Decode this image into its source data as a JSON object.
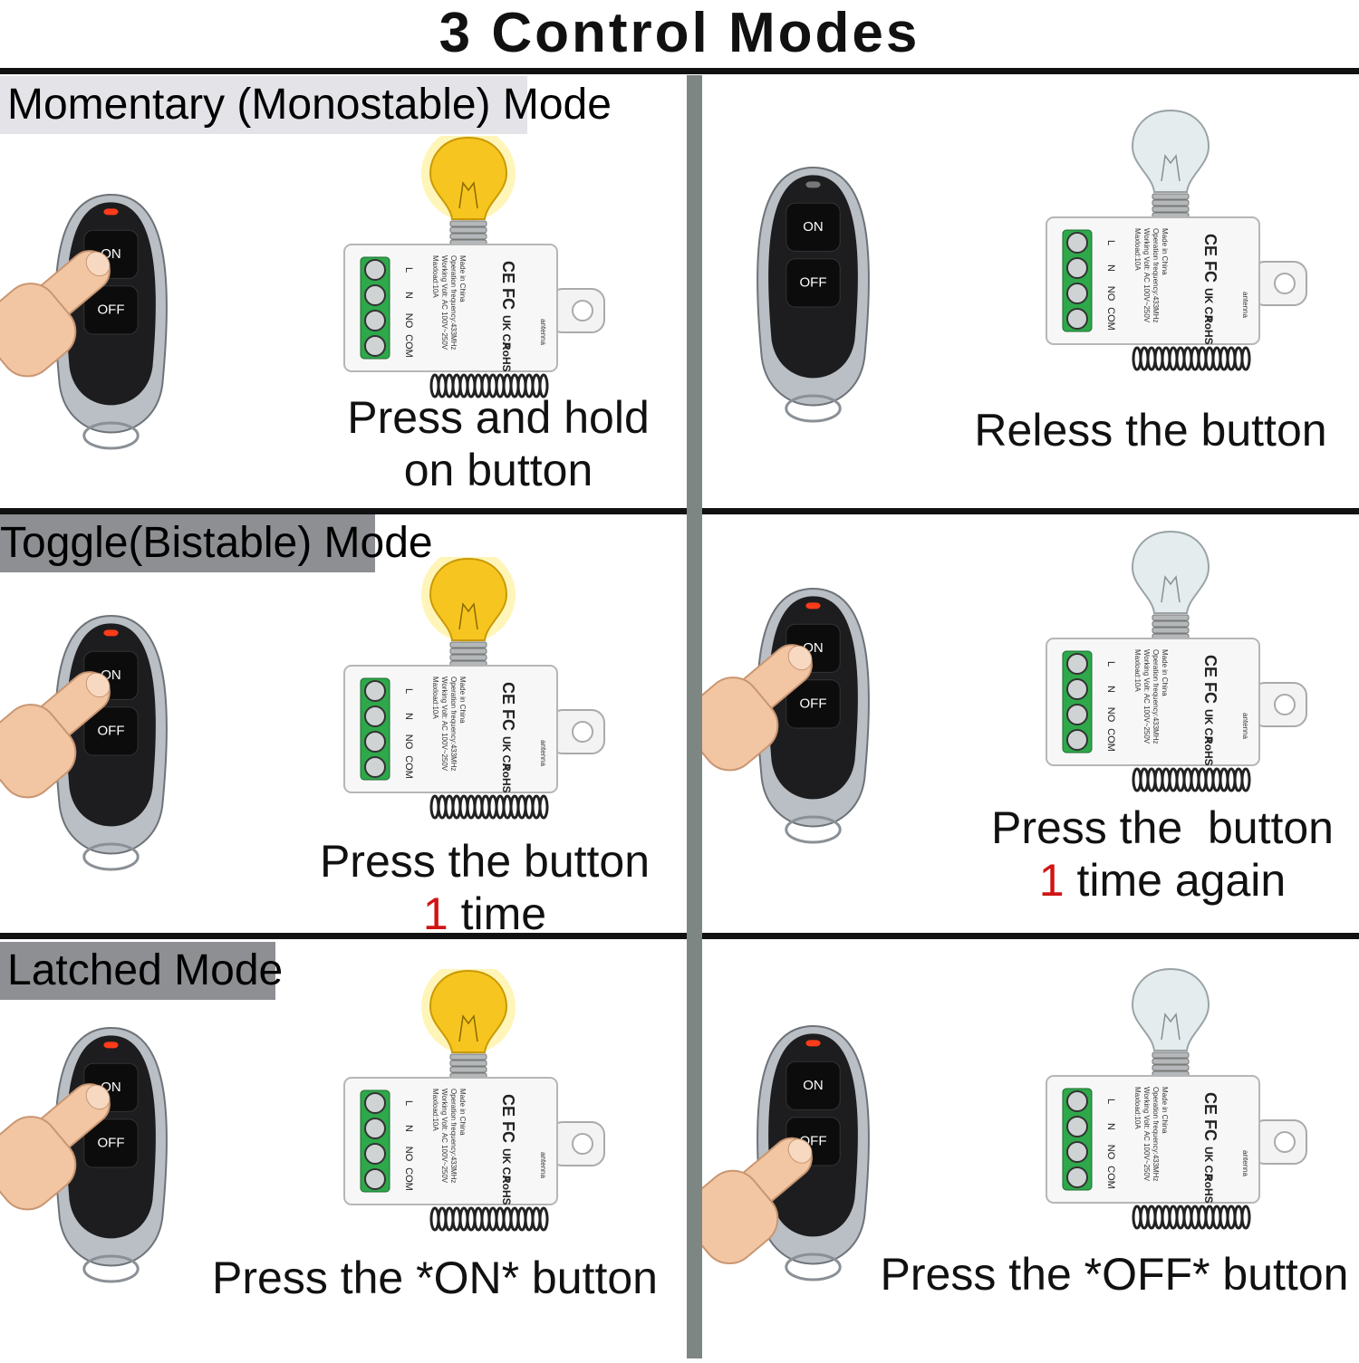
{
  "title": "3 Control Modes",
  "modes": [
    {
      "label": "Momentary (Monostable) Mode",
      "left": {
        "caption": [
          "Press and hold",
          "on button"
        ]
      },
      "right": {
        "caption": [
          "Reless the button"
        ]
      }
    },
    {
      "label": "Toggle(Bistable) Mode",
      "left": {
        "caption": [
          "Press the button"
        ],
        "caption_num": "1",
        "caption_rest": " time"
      },
      "right": {
        "caption": [
          "Press the  button"
        ],
        "caption_num": "1",
        "caption_rest": " time again"
      }
    },
    {
      "label": "Latched Mode",
      "left": {
        "caption": [
          "Press the *ON* button"
        ]
      },
      "right": {
        "caption": [
          "Press the *OFF* button"
        ]
      }
    }
  ],
  "remote": {
    "on": "ON",
    "off": "OFF"
  },
  "module": {
    "terminals": [
      "L",
      "N",
      "NO",
      "COM"
    ],
    "spec_lines": [
      "Maxload:10A",
      "Working Volt: AC 100V~250V",
      "Operation frequency:433MHz",
      "Made in China"
    ],
    "marks": [
      "CE",
      "FC",
      "UK CA",
      "RoHS"
    ],
    "antenna": "antenna"
  },
  "colors": {
    "lit_bulb": "#f7c520",
    "unlit_bulb": "#e4ecee",
    "terminal": "#2ea84a",
    "red": "#d01414",
    "divider": "#7d8682"
  }
}
